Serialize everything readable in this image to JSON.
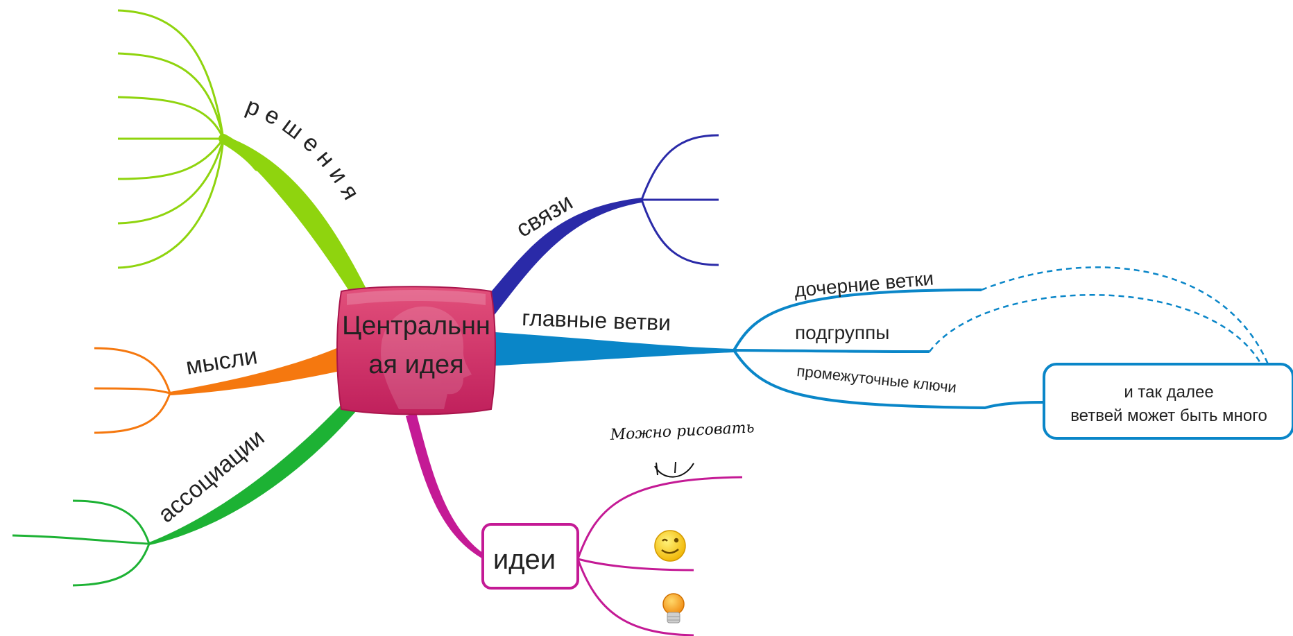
{
  "mindmap": {
    "central_idea": {
      "line1": "Центральнн",
      "line2": "ая идея"
    },
    "branches": {
      "solutions": {
        "label": "решения",
        "color": "#8fd40e"
      },
      "links": {
        "label": "связи",
        "color": "#2a2aa8"
      },
      "main_branches": {
        "label": "главные ветви",
        "color": "#0a86c8"
      },
      "thoughts": {
        "label": "мысли",
        "color": "#f5780f"
      },
      "associations": {
        "label": "ассоциации",
        "color": "#1db234"
      },
      "ideas": {
        "label": "идеи",
        "color": "#c41a95"
      }
    },
    "sub_branches": {
      "child": "дочерние ветки",
      "subgroups": "подгруппы",
      "intermediate": "промежуточные ключи"
    },
    "note": {
      "line1": "и так далее",
      "line2": "ветвей может быть много"
    },
    "handwriting": "Можно рисовать",
    "icons": [
      "smiley-face",
      "wink-smiley",
      "light-bulb"
    ]
  }
}
